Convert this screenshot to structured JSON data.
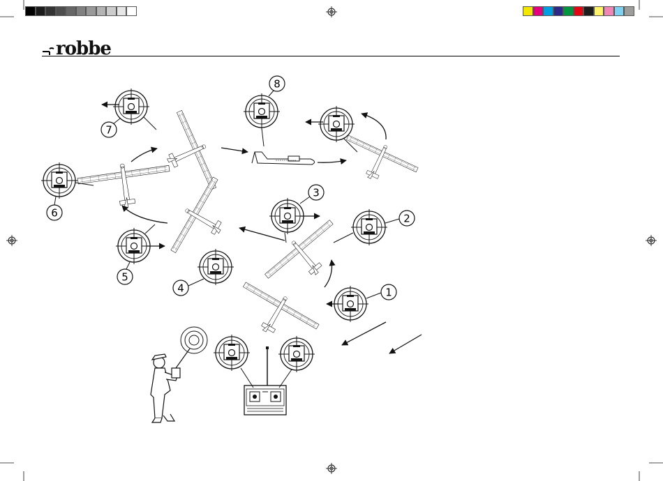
{
  "header": {
    "logo_text": "robbe"
  },
  "calibration": {
    "gray_swatches": [
      "#000000",
      "#1a1a1a",
      "#333333",
      "#4d4d4d",
      "#666666",
      "#808080",
      "#999999",
      "#b3b3b3",
      "#cccccc",
      "#e6e6e6",
      "#ffffff"
    ],
    "color_swatches": [
      "#f5e600",
      "#e6007e",
      "#009fe3",
      "#2b2a86",
      "#00963f",
      "#e30613",
      "#1d1d1b",
      "#fff36d",
      "#f088b6",
      "#7fd1f3",
      "#9d9d9c"
    ]
  },
  "diagram": {
    "step_labels": [
      "1",
      "2",
      "3",
      "4",
      "5",
      "6",
      "7",
      "8"
    ]
  },
  "colors": {
    "ink": "#111111",
    "paper": "#ffffff"
  }
}
